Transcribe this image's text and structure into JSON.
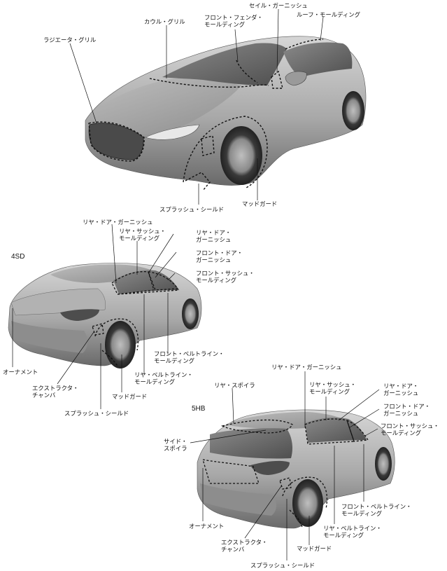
{
  "sections": {
    "sd": "4SD",
    "hb": "5HB"
  },
  "front_view": {
    "cowl_grille": "カウル・グリル",
    "front_fender_molding": "フロント・フェンダ・\nモールディング",
    "sail_garnish": "セイル・ガーニッシュ",
    "roof_molding": "ルーフ・モールディング",
    "radiator_grille": "ラジエータ・グリル",
    "splash_shield": "スプラッシュ・シールド",
    "mud_guard": "マッドガード"
  },
  "sedan_view": {
    "rear_door_garnish_top": "リヤ・ドア・ガーニッシュ",
    "rear_sash_molding": "リヤ・サッシュ・\nモールディング",
    "rear_door_garnish": "リヤ・ドア・\nガーニッシュ",
    "front_door_garnish": "フロント・ドア・\nガーニッシュ",
    "front_sash_molding": "フロント・サッシュ・\nモールディング",
    "front_beltline_molding": "フロント・ベルトライン・\nモールディング",
    "rear_beltline_molding": "リヤ・ベルトライン・\nモールディング",
    "ornament": "オーナメント",
    "extractor_chamber": "エクストラクタ・\nチャンバ",
    "mud_guard": "マッドガード",
    "splash_shield": "スプラッシュ・シールド"
  },
  "hatch_view": {
    "rear_door_garnish_top": "リヤ・ドア・ガーニッシュ",
    "rear_spoiler": "リヤ・スポイラ",
    "rear_sash_molding": "リヤ・サッシュ・\nモールディング",
    "rear_door_garnish": "リヤ・ドア・\nガーニッシュ",
    "front_door_garnish": "フロント・ドア・\nガーニッシュ",
    "front_sash_molding": "フロント・サッシュ・\nモールディング",
    "side_spoiler": "サイド・\nスポイラ",
    "front_beltline_molding": "フロント・ベルトライン・\nモールディング",
    "rear_beltline_molding": "リヤ・ベルトライン・\nモールディング",
    "ornament": "オーナメント",
    "extractor_chamber": "エクストラクタ・\nチャンバ",
    "mud_guard": "マッドガード",
    "splash_shield": "スプラッシュ・シールド"
  },
  "colors": {
    "body_light": "#c9c9c9",
    "body_mid": "#9a9a9a",
    "body_dark": "#5a5a5a",
    "glass": "#6f6f6f",
    "tire": "#2e2e2e",
    "line": "#111111"
  }
}
